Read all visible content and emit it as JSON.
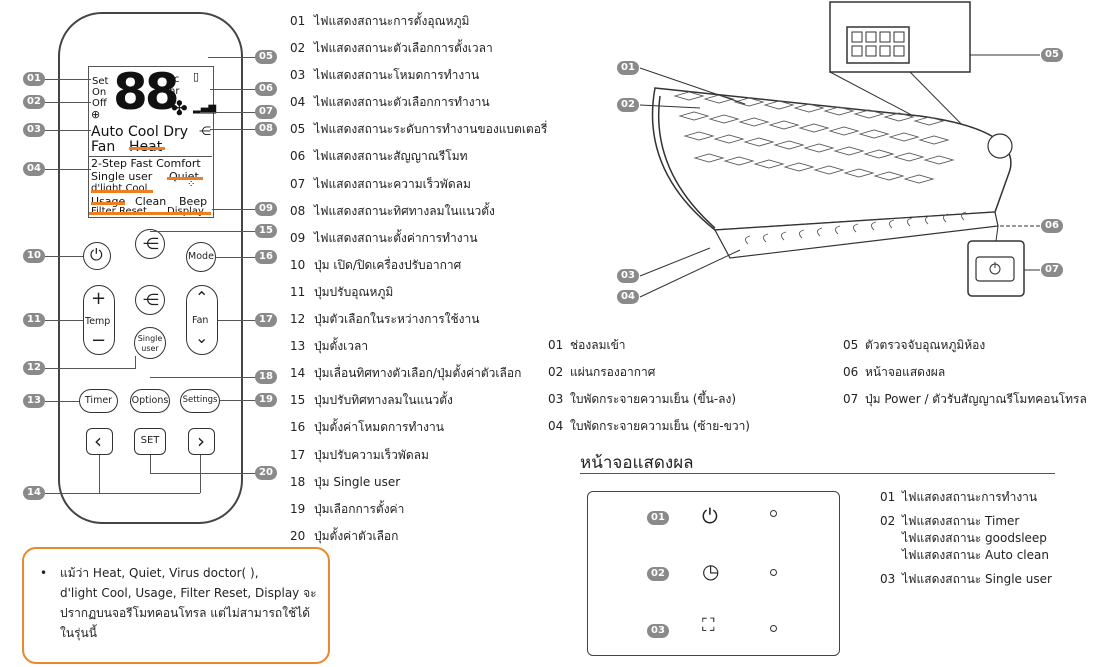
{
  "remote": {
    "lcd": {
      "set": "Set",
      "on": "On",
      "off": "Off",
      "hr": "hr",
      "digits": "88",
      "mode_row1": "Auto Cool Dry",
      "fan": "Fan",
      "heat": "Heat",
      "opt_row1": "2-Step  Fast  Comfort",
      "single_user": "Single user",
      "quiet": "Quiet",
      "dlight": "d'light Cool",
      "usage": "Usage",
      "clean": "Clean",
      "beep": "Beep",
      "filter_reset": "Filter Reset",
      "display": "Display"
    },
    "buttons": {
      "mode": "Mode",
      "temp": "Temp",
      "fan": "Fan",
      "single_user": "Single user",
      "timer": "Timer",
      "options": "Options",
      "settings": "Settings",
      "set": "SET"
    },
    "callouts": {
      "left": [
        "01",
        "02",
        "03",
        "04",
        "10",
        "11",
        "12",
        "13",
        "14"
      ],
      "right": [
        "05",
        "06",
        "07",
        "08",
        "09",
        "15",
        "16",
        "17",
        "18",
        "19",
        "20"
      ]
    }
  },
  "remote_legend": [
    {
      "num": "01",
      "text": "ไฟแสดงสถานะการตั้งอุณหภูมิ"
    },
    {
      "num": "02",
      "text": "ไฟแสดงสถานะตัวเลือกการตั้งเวลา"
    },
    {
      "num": "03",
      "text": "ไฟแสดงสถานะโหมดการทำงาน"
    },
    {
      "num": "04",
      "text": "ไฟแสดงสถานะตัวเลือกการทำงาน"
    },
    {
      "num": "05",
      "text": "ไฟแสดงสถานะระดับการทำงานของแบตเตอรี่"
    },
    {
      "num": "06",
      "text": "ไฟแสดงสถานะสัญญาณรีโมท"
    },
    {
      "num": "07",
      "text": "ไฟแสดงสถานะความเร็วพัดลม"
    },
    {
      "num": "08",
      "text": "ไฟแสดงสถานะทิศทางลมในแนวตั้ง"
    },
    {
      "num": "09",
      "text": "ไฟแสดงสถานะตั้งค่าการทำงาน"
    },
    {
      "num": "10",
      "text": "ปุ่ม เปิด/ปิดเครื่องปรับอากาศ"
    },
    {
      "num": "11",
      "text": "ปุ่มปรับอุณหภูมิ"
    },
    {
      "num": "12",
      "text": "ปุ่มตัวเลือกในระหว่างการใช้งาน"
    },
    {
      "num": "13",
      "text": "ปุ่มตั้งเวลา"
    },
    {
      "num": "14",
      "text": "ปุ่มเลื่อนทิศทางตัวเลือก/ปุ่มตั้งค่าตัวเลือก"
    },
    {
      "num": "15",
      "text": "ปุ่มปรับทิศทางลมในแนวตั้ง"
    },
    {
      "num": "16",
      "text": "ปุ่มตั้งค่าโหมดการทำงาน"
    },
    {
      "num": "17",
      "text": "ปุ่มปรับความเร็วพัดลม"
    },
    {
      "num": "18",
      "text": "ปุ่ม Single user"
    },
    {
      "num": "19",
      "text": "ปุ่มเลือกการตั้งค่า"
    },
    {
      "num": "20",
      "text": "ปุ่มตั้งค่าตัวเลือก"
    }
  ],
  "note": {
    "bullet": "•",
    "lines": [
      "แม้ว่า Heat, Quiet, Virus doctor(  ),",
      "d'light Cool, Usage, Filter Reset, Display จะ",
      "ปรากฏบนจอรีโมทคอนโทรล แต่ไม่สามารถใช้ได้",
      "ในรุ่นนี้"
    ]
  },
  "unit": {
    "callouts": [
      "01",
      "02",
      "03",
      "04",
      "05",
      "06",
      "07"
    ],
    "legend_left": [
      {
        "num": "01",
        "text": "ช่องลมเข้า"
      },
      {
        "num": "02",
        "text": "แผ่นกรองอากาศ"
      },
      {
        "num": "03",
        "text": "ใบพัดกระจายความเย็น (ขึ้น-ลง)"
      },
      {
        "num": "04",
        "text": "ใบพัดกระจายความเย็น (ซ้าย-ขวา)"
      }
    ],
    "legend_right": [
      {
        "num": "05",
        "text": "ตัวตรวจจับอุณหภูมิห้อง"
      },
      {
        "num": "06",
        "text": "หน้าจอแสดงผล"
      },
      {
        "num": "07",
        "text": "ปุ่ม Power / ตัวรับสัญญาณรีโมทคอนโทรล"
      }
    ]
  },
  "display_section": {
    "title": "หน้าจอแสดงผล",
    "badges": [
      "01",
      "02",
      "03"
    ],
    "legend": [
      {
        "num": "01",
        "lines": [
          "ไฟแสดงสถานะการทำงาน"
        ]
      },
      {
        "num": "02",
        "lines": [
          "ไฟแสดงสถานะ Timer",
          "ไฟแสดงสถานะ goodsleep",
          "ไฟแสดงสถานะ Auto clean"
        ]
      },
      {
        "num": "03",
        "lines": [
          "ไฟแสดงสถานะ Single user"
        ]
      }
    ]
  },
  "colors": {
    "accent": "#e8892c",
    "badge": "#8a8a8a",
    "line": "#555555"
  }
}
